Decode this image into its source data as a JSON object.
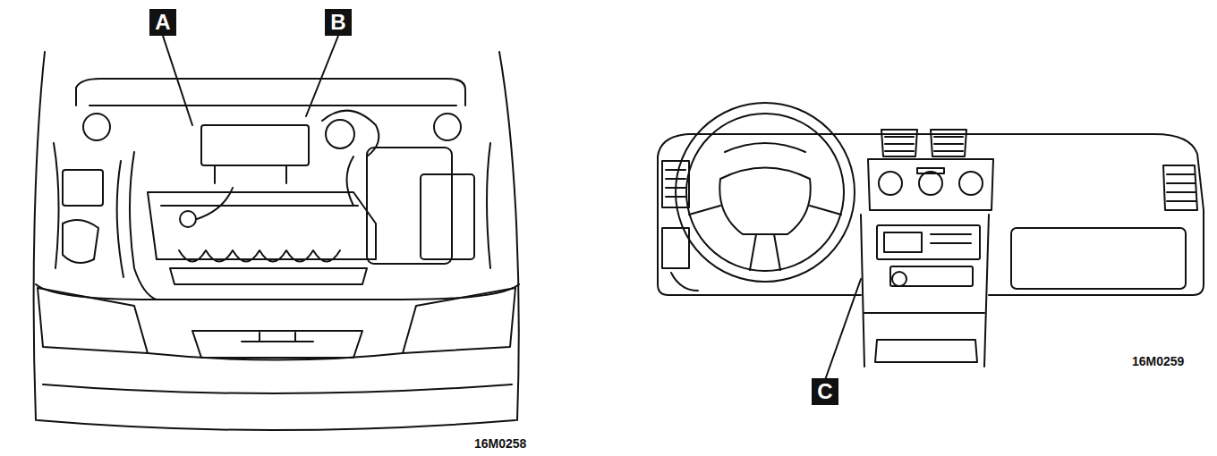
{
  "diagram": {
    "nodes": [
      {
        "text": [
          "A"
        ]
      },
      {
        "text": [
          "B"
        ]
      },
      {
        "text": [
          "C"
        ]
      }
    ],
    "labels": [
      "16M0258",
      "16M0259"
    ]
  }
}
